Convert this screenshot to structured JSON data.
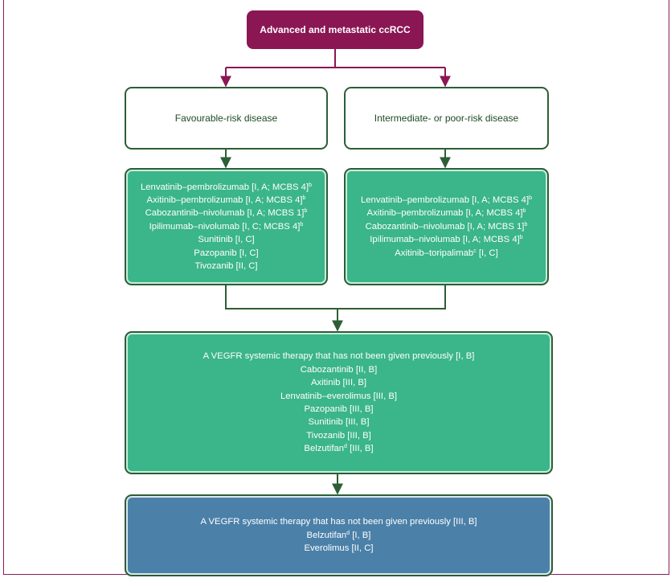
{
  "root": {
    "label": "Advanced and metastatic ccRCC"
  },
  "favourable": {
    "label": "Favourable-risk disease"
  },
  "intermediate": {
    "label": "Intermediate- or poor-risk disease"
  },
  "first_line_favourable": {
    "lines": [
      {
        "text": "Lenvatinib–pembrolizumab [I, A; MCBS 4]",
        "sup": "b",
        "rest": ""
      },
      {
        "text": "Axitinib–pembrolizumab [I, A; MCBS 4]",
        "sup": "b",
        "rest": ""
      },
      {
        "text": "Cabozantinib–nivolumab [I, A; MCBS 1]",
        "sup": "b",
        "rest": ""
      },
      {
        "text": "Ipilimumab–nivolumab [I, C; MCBS 4]",
        "sup": "b",
        "rest": ""
      },
      {
        "text": "Sunitinib [I, C]",
        "sup": "",
        "rest": ""
      },
      {
        "text": "Pazopanib [I, C]",
        "sup": "",
        "rest": ""
      },
      {
        "text": "Tivozanib [II, C]",
        "sup": "",
        "rest": ""
      }
    ]
  },
  "first_line_intermediate": {
    "lines": [
      {
        "text": "Lenvatinib–pembrolizumab [I, A; MCBS 4]",
        "sup": "b",
        "rest": ""
      },
      {
        "text": "Axitinib–pembrolizumab [I, A; MCBS 4]",
        "sup": "b",
        "rest": ""
      },
      {
        "text": "Cabozantinib–nivolumab [I, A; MCBS 1]",
        "sup": "b",
        "rest": ""
      },
      {
        "text": "Ipilimumab–nivolumab [I, A; MCBS 4]",
        "sup": "b",
        "rest": ""
      },
      {
        "text": "Axitinib–toripalimab",
        "sup": "c",
        "rest": " [I, C]"
      }
    ]
  },
  "second_line": {
    "lines": [
      {
        "text": "A VEGFR systemic therapy that has not been given previously [I, B]",
        "sup": "",
        "rest": ""
      },
      {
        "text": "Cabozantinib [II, B]",
        "sup": "",
        "rest": ""
      },
      {
        "text": "Axitinib [III, B]",
        "sup": "",
        "rest": ""
      },
      {
        "text": "Lenvatinib–everolimus [III, B]",
        "sup": "",
        "rest": ""
      },
      {
        "text": "Pazopanib [III, B]",
        "sup": "",
        "rest": ""
      },
      {
        "text": "Sunitinib [III, B]",
        "sup": "",
        "rest": ""
      },
      {
        "text": "Tivozanib [III, B]",
        "sup": "",
        "rest": ""
      },
      {
        "text": "Belzutifan",
        "sup": "d",
        "rest": " [III, B]"
      }
    ]
  },
  "third_line": {
    "lines": [
      {
        "text": "A VEGFR systemic therapy that has not been given previously [III, B]",
        "sup": "",
        "rest": ""
      },
      {
        "text": "Belzutifan",
        "sup": "d",
        "rest": " [I, B]"
      },
      {
        "text": "Everolimus [II, C]",
        "sup": "",
        "rest": ""
      }
    ]
  },
  "colors": {
    "root_fill": "#8b1654",
    "green_fill": "#3bb58a",
    "blue_fill": "#4b80a8",
    "outline": "#2d5e35",
    "magenta_connector": "#8b1654",
    "green_connector": "#2d5e35"
  }
}
